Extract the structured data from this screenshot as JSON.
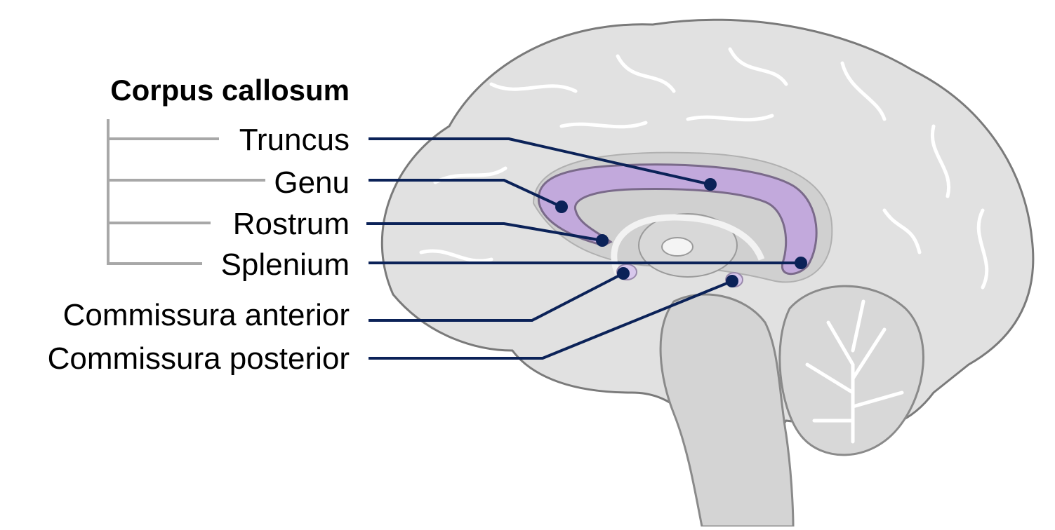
{
  "diagram": {
    "group_title": "Corpus callosum",
    "labels": {
      "truncus": "Truncus",
      "genu": "Genu",
      "rostrum": "Rostrum",
      "splenium": "Splenium",
      "commissura_anterior": "Commissura anterior",
      "commissura_posterior": "Commissura posterior"
    }
  },
  "colors": {
    "leader_line": "#0b2258",
    "bracket": "#a8a8a8",
    "corpus_callosum_fill": "#c2a9dc",
    "brain_fill": "#e1e1e1",
    "brain_outline": "#7a7a7a"
  }
}
